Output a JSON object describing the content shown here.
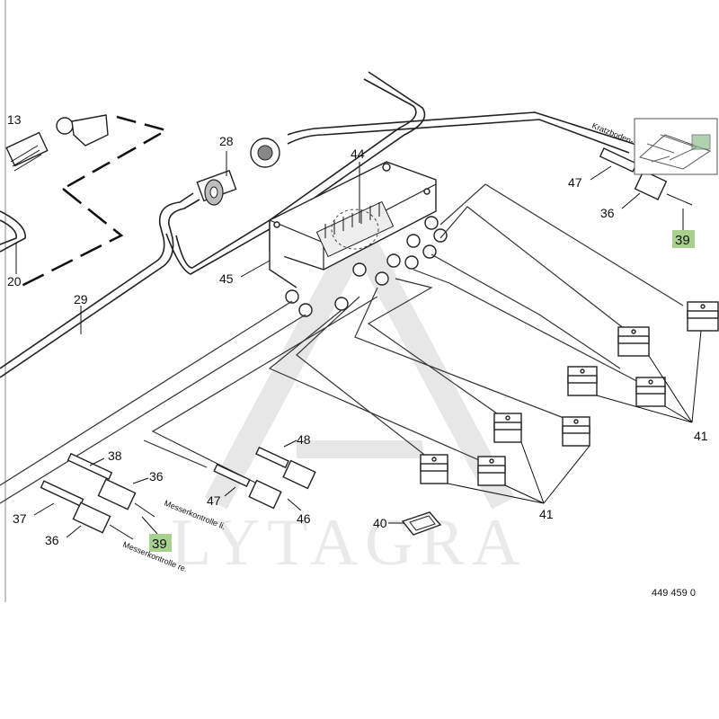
{
  "diagram": {
    "document_number": "449 459 0",
    "watermark_text": "LYTAGRA",
    "callouts": {
      "c13": "13",
      "c20": "20",
      "c28": "28",
      "c29": "29",
      "c36a": "36",
      "c36b": "36",
      "c36c": "36",
      "c37": "37",
      "c38": "38",
      "c39a": "39",
      "c39b": "39",
      "c40": "40",
      "c41a": "41",
      "c41b": "41",
      "c44": "44",
      "c45": "45",
      "c46": "46",
      "c47a": "47",
      "c47b": "47",
      "c48": "48"
    },
    "annotations": {
      "messer_li": "Messerkontrolle li.",
      "messer_re": "Messerkontrolle re.",
      "kratzboden": "Kratzboden-…ltung"
    },
    "highlight_color": "#a9d18e"
  }
}
